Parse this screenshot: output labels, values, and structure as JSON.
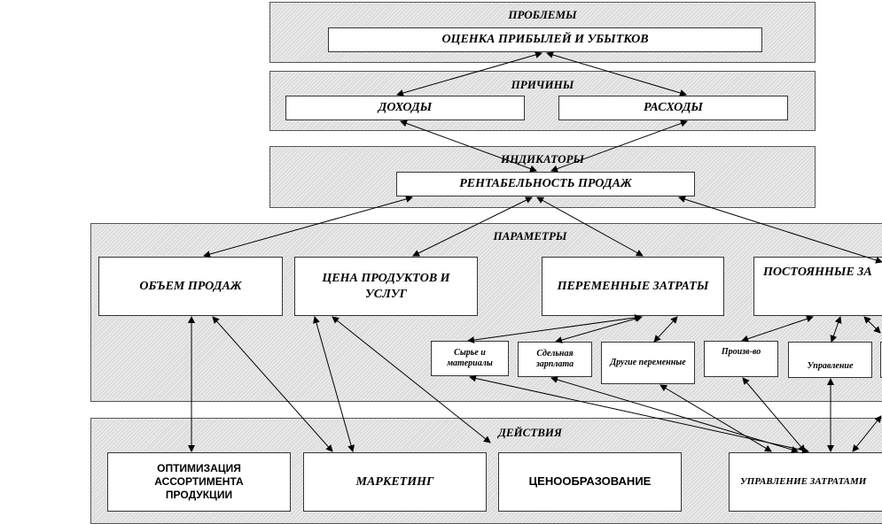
{
  "sections": {
    "problems": {
      "title": "ПРОБЛЕМЫ",
      "box": "ОЦЕНКА ПРИБЫЛЕЙ И УБЫТКОВ"
    },
    "causes": {
      "title": "ПРИЧИНЫ",
      "income": "ДОХОДЫ",
      "expenses": "РАСХОДЫ"
    },
    "indicators": {
      "title": "ИНДИКАТОРЫ",
      "box": "РЕНТАБЕЛЬНОСТЬ ПРОДАЖ"
    },
    "parameters": {
      "title": "ПАРАМЕТРЫ",
      "sales_volume": "ОБЪЕМ ПРОДАЖ",
      "price": "ЦЕНА ПРОДУКТОВ И УСЛУГ",
      "variable_costs": "ПЕРЕМЕННЫЕ ЗАТРАТЫ",
      "fixed_costs": "ПОСТОЯННЫЕ ЗА",
      "raw_materials": "Сырье и материалы",
      "piece_wage": "Сдельная зарплата",
      "other_variable": "Другие переменные",
      "production": "Произв-во",
      "management": "Управление"
    },
    "actions": {
      "title": "ДЕЙСТВИЯ",
      "assortment": "ОПТИМИЗАЦИЯ АССОРТИМЕНТА ПРОДУКЦИИ",
      "marketing": "МАРКЕТИНГ",
      "pricing": "ЦЕНООБРАЗОВАНИЕ",
      "cost_management": "УПРАВЛЕНИЕ ЗАТРАТАМИ"
    }
  }
}
